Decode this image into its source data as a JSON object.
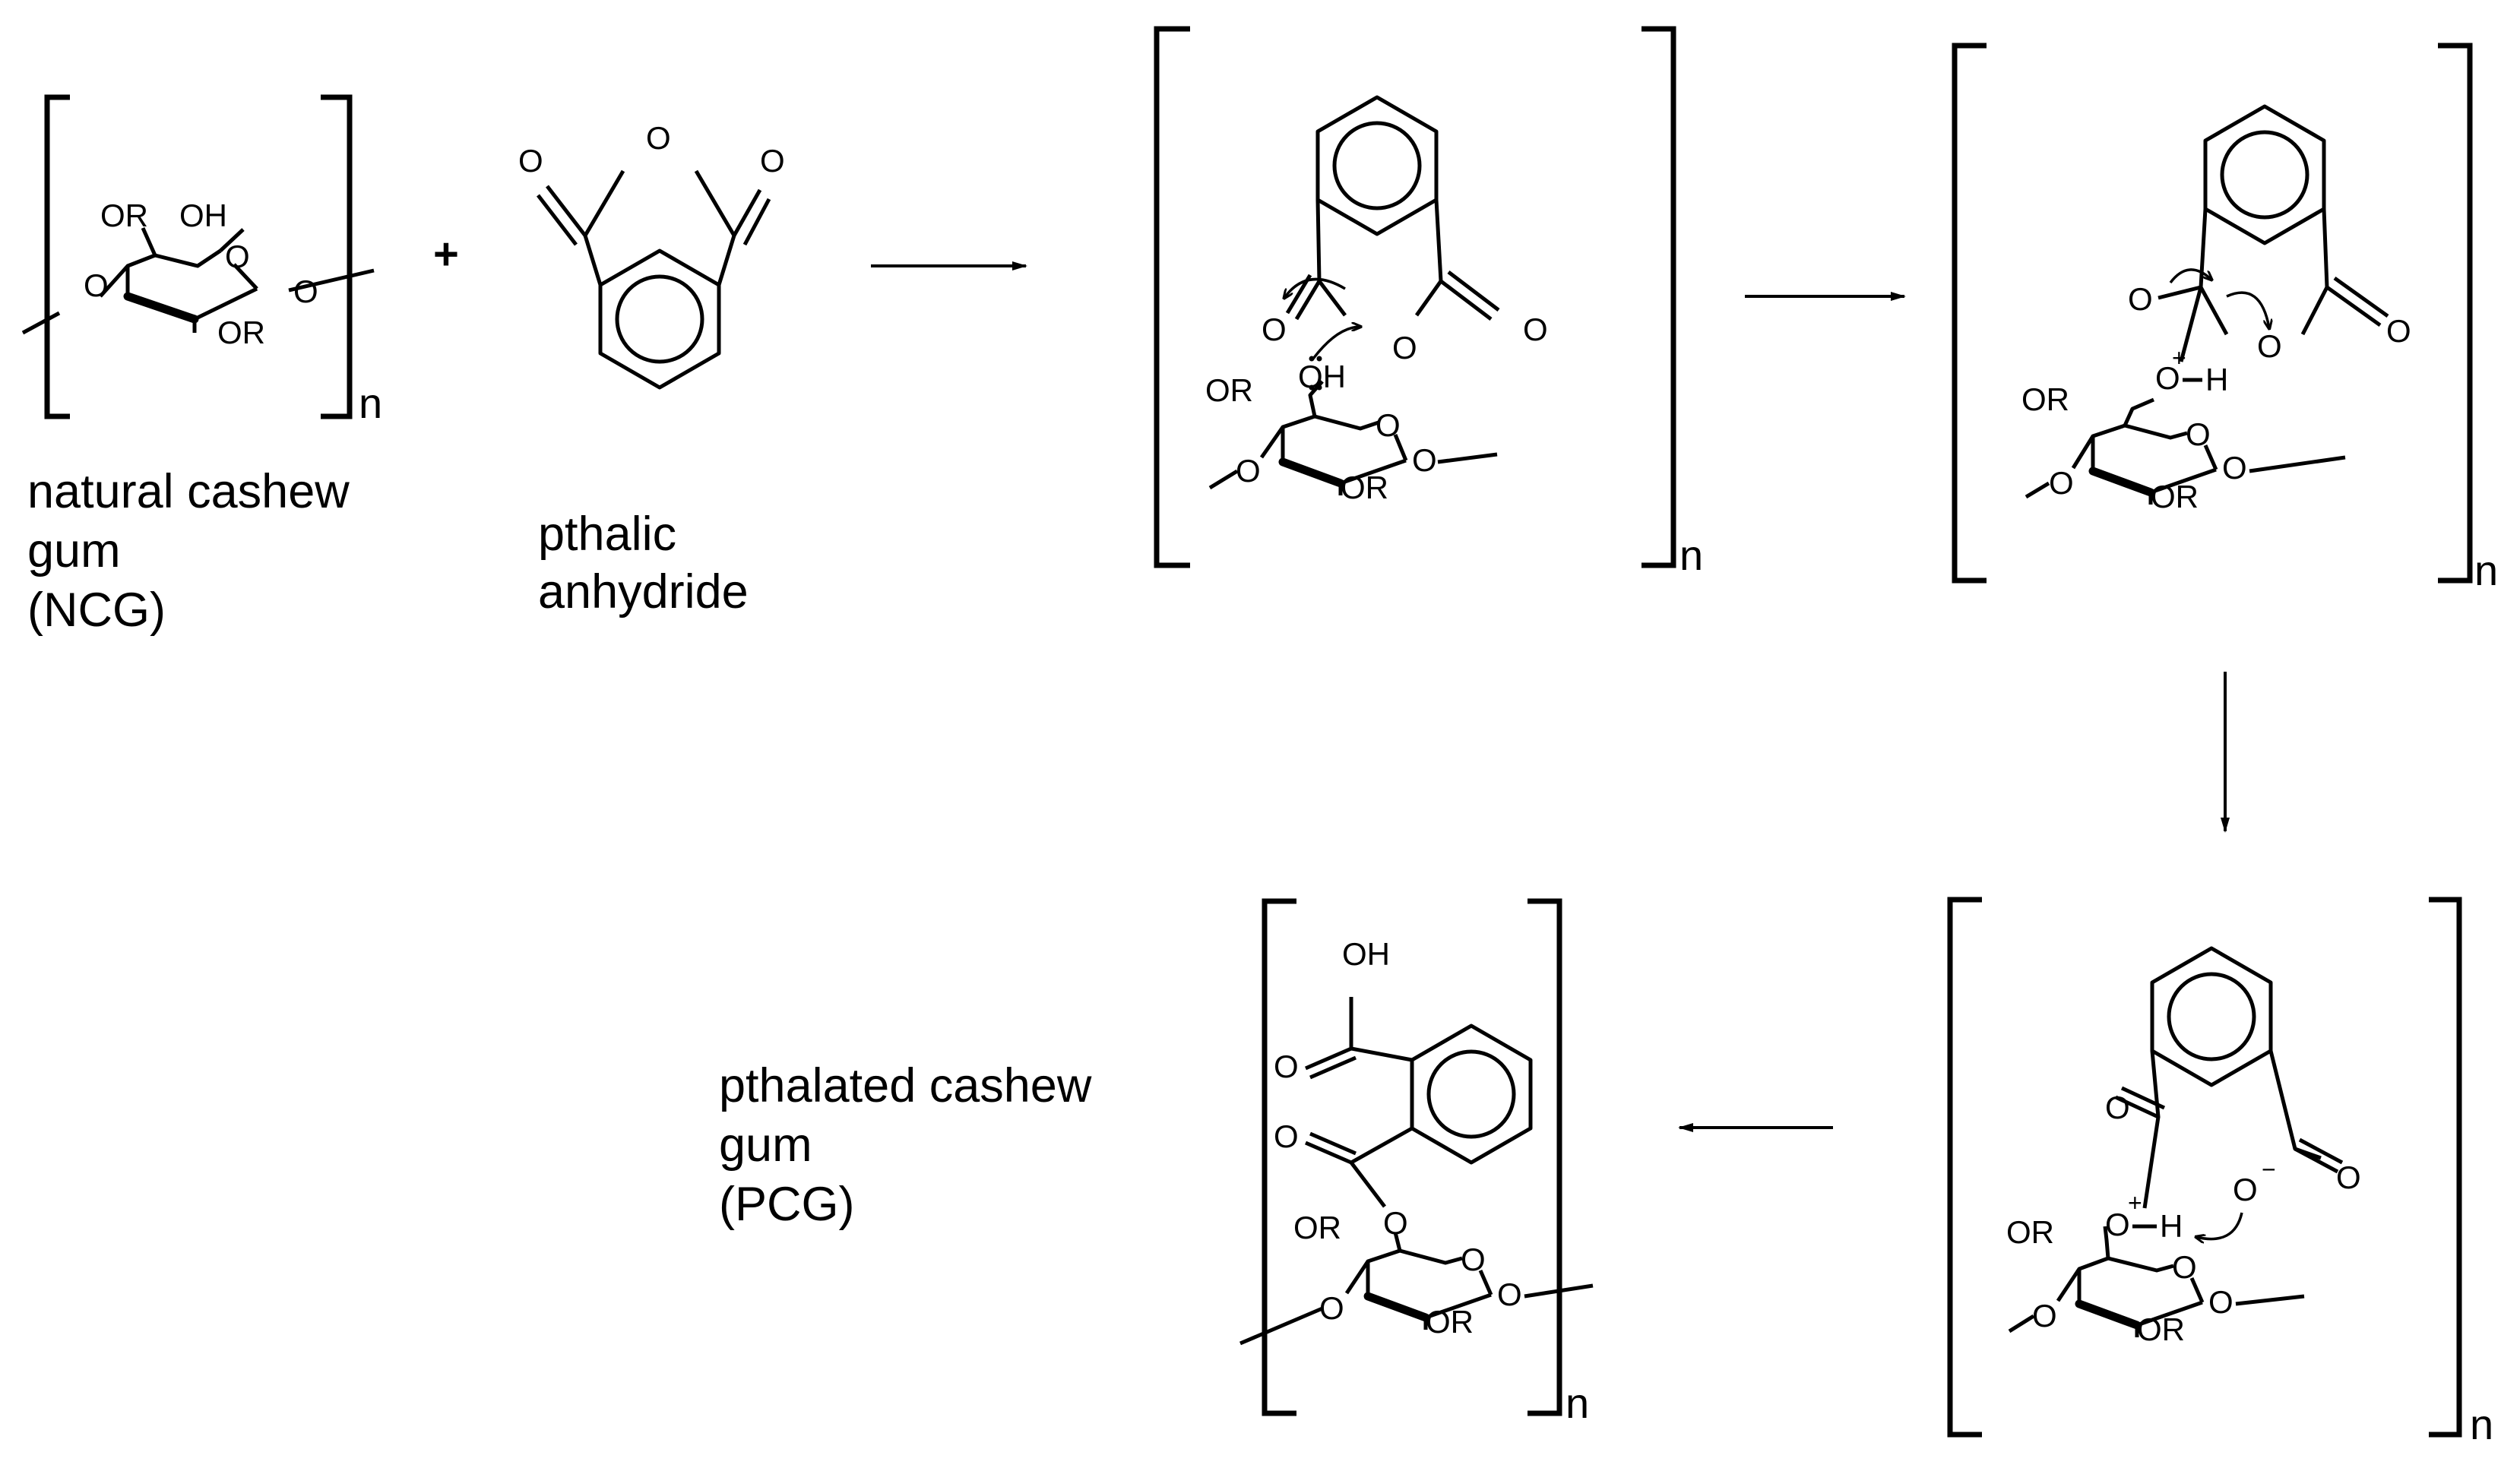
{
  "labels": {
    "ncg_line1": "natural  cashew",
    "ncg_line2": "gum",
    "ncg_line3": "(NCG)",
    "pa_line1": "pthalic",
    "pa_line2": "anhydride",
    "pcg_line1": "pthalated cashew",
    "pcg_line2": "gum",
    "pcg_line3": "(PCG)",
    "plus": "+"
  },
  "atoms": {
    "or": "OR",
    "oh": "OH",
    "o": "O",
    "h": "H",
    "n": "n",
    "plus": "+",
    "minus": "−"
  },
  "colors": {
    "ink": "#000000",
    "background": "#ffffff"
  }
}
